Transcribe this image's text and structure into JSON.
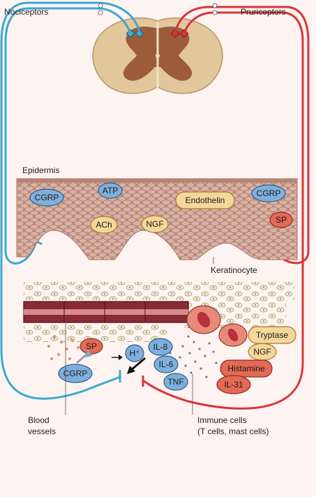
{
  "labels": {
    "nociceptors": "Nociceptors",
    "pruriceptors": "Pruriceptors",
    "epidermis": "Epidermis",
    "keratinocyte": "Keratinocyte",
    "blood_vessels_line1": "Blood",
    "blood_vessels_line2": "vessels",
    "immune_cells_line1": "Immune cells",
    "immune_cells_line2": "(T cells, mast cells)"
  },
  "epidermis_mediators": {
    "cgrp_left": "CGRP",
    "atp": "ATP",
    "ach": "ACh",
    "ngf": "NGF",
    "endothelin": "Endothelin",
    "cgrp_right": "CGRP",
    "sp": "SP"
  },
  "dermis_mediators": {
    "sp": "SP",
    "cgrp": "CGRP",
    "h_plus": "H⁺",
    "il8": "IL-8",
    "il6": "IL-6",
    "tnf": "TNF",
    "tryptase": "Tryptase",
    "ngf": "NGF",
    "histamine": "Histamine",
    "il31": "IL-31"
  },
  "colors": {
    "nociceptor_fiber": "#3aa9d0",
    "pruriceptor_fiber": "#d8343a",
    "blue_mediator": "#7fb0dd",
    "tan_mediator": "#f4d79a",
    "red_mediator": "#e46a55",
    "spinal_outer": "#e2c79c",
    "spinal_inner": "#9c5c3c",
    "epidermis": "#c89a8a",
    "blood_vessel": "#8a2a32",
    "background": "#fdf3f1"
  }
}
